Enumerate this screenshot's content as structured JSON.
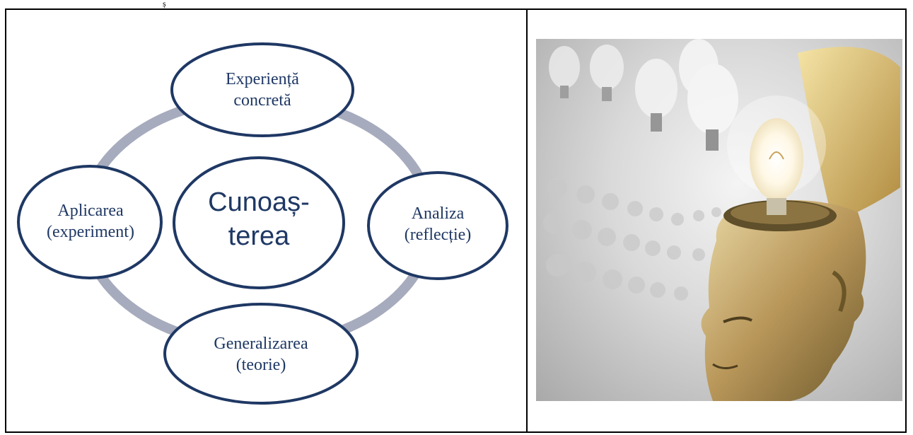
{
  "top_mark": "ș",
  "diagram": {
    "center": "Cunoaș-\nterea",
    "nodes": {
      "top": "Experiență\nconcretă",
      "right": "Analiza\n(reflecție)",
      "bottom": "Generalizarea\n(teorie)",
      "left": "Aplicarea\n(experiment)"
    }
  },
  "colors": {
    "node_border": "#1f3864",
    "text": "#1f3864",
    "ring": "#a6abbd"
  },
  "image": {
    "icon": "lightbulb-head-illustration"
  }
}
